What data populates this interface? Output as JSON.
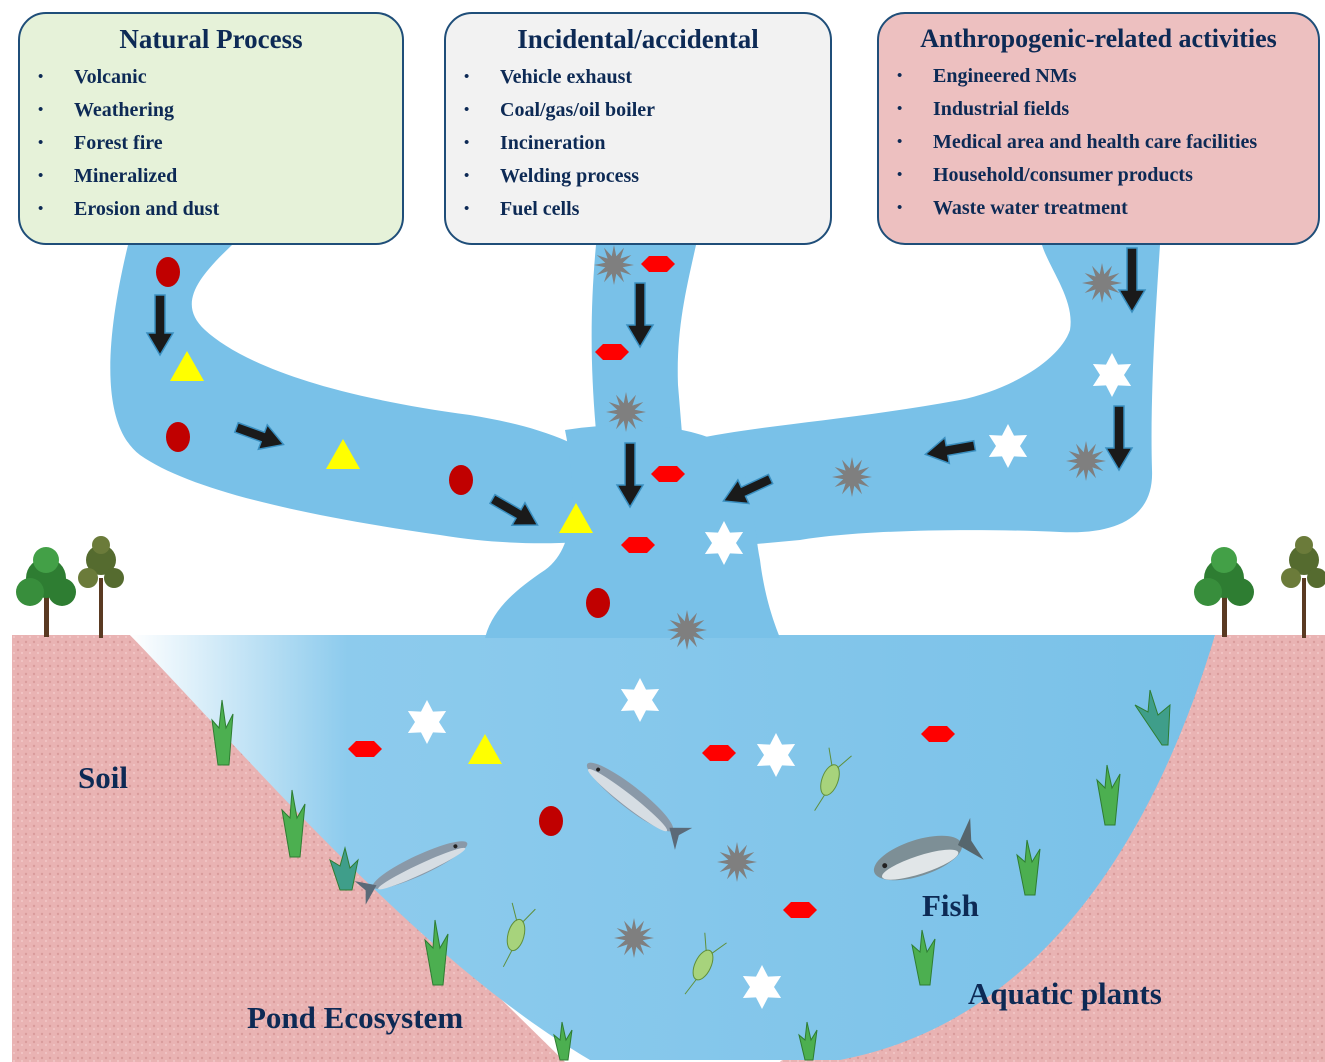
{
  "sources": [
    {
      "title": "Natural Process",
      "items": [
        "Volcanic",
        "Weathering",
        "Forest fire",
        "Mineralized",
        "Erosion and dust"
      ]
    },
    {
      "title": "Incidental/accidental",
      "items": [
        "Vehicle exhaust",
        "Coal/gas/oil boiler",
        "Incineration",
        "Welding process",
        "Fuel cells"
      ]
    },
    {
      "title": "Anthropogenic-related activities",
      "items": [
        "Engineered NMs",
        "Industrial fields",
        "Medical area and health care facilities",
        "Household/consumer products",
        "Waste water treatment"
      ]
    }
  ],
  "labels": {
    "soil": "Soil",
    "pond": "Pond Ecosystem",
    "fish": "Fish",
    "plants": "Aquatic plants"
  },
  "colors": {
    "natural_box": "#e6f2d9",
    "incidental_box": "#f2f2f2",
    "anthro_box": "#edc0c0",
    "box_border": "#1f4e79",
    "water": "#7cc3ea",
    "soil": "#e9b3b3",
    "circle": "#c00000",
    "triangle": "#ffff00",
    "hexagon": "#ff0000",
    "star": "#ffffff",
    "burst": "#7f7f7f"
  },
  "legend_shapes": [
    "red-circle",
    "yellow-triangle",
    "red-hexagon",
    "white-star",
    "grey-burst"
  ]
}
